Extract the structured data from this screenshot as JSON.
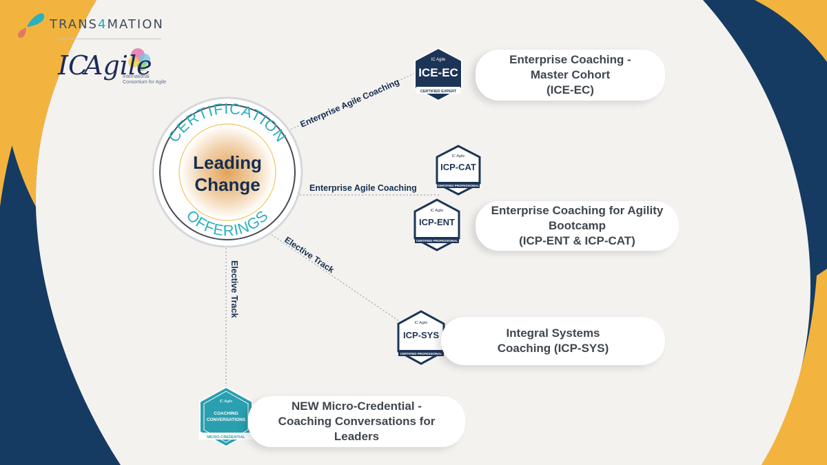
{
  "brand": {
    "name_left": "TRANS",
    "name_digit": "4",
    "name_right": "MATION",
    "partner_mark": "IC Agile",
    "partner_sub_1": "International",
    "partner_sub_2": "Consortium for Agile"
  },
  "center": {
    "arc_top": "CERTIFICATION",
    "arc_bottom": "OFFERINGS",
    "title_line1": "Leading",
    "title_line2": "Change"
  },
  "tracks": {
    "upper": "Enterprise Agile Coaching",
    "middle": "Enterprise Agile Coaching",
    "diagonal": "Elective Track",
    "vertical": "Elective Track"
  },
  "badges": {
    "ice_ec": {
      "code": "ICE-EC",
      "tier": "CERTIFIED EXPERT",
      "mark": "IC Agile"
    },
    "icp_cat": {
      "code": "ICP-CAT",
      "tier": "CERTIFIED PROFESSIONAL",
      "mark": "IC Agile"
    },
    "icp_ent": {
      "code": "ICP-ENT",
      "tier": "CERTIFIED PROFESSIONAL",
      "mark": "IC Agile"
    },
    "icp_sys": {
      "code": "ICP-SYS",
      "tier": "CERTIFIED PROFESSIONAL",
      "mark": "IC Agile"
    },
    "micro": {
      "code_line1": "COACHING",
      "code_line2": "CONVERSATIONS",
      "tier": "MICRO-CREDENTIAL",
      "mark": "IC Agile"
    }
  },
  "cards": {
    "ice_ec": "Enterprise Coaching -\nMaster Cohort\n(ICE-EC)",
    "ent_cat": "Enterprise Coaching for Agility\nBootcamp\n(ICP-ENT & ICP-CAT)",
    "sys": "Integral Systems\nCoaching (ICP-SYS)",
    "micro": "NEW Micro-Credential -\nCoaching Conversations for\nLeaders"
  },
  "colors": {
    "navy": "#153b63",
    "gold": "#f3b43f",
    "teal": "#2ab0bf",
    "badge_navy": "#1c3557",
    "micro_teal": "#2a9fb0",
    "text_dark": "#142e52"
  }
}
